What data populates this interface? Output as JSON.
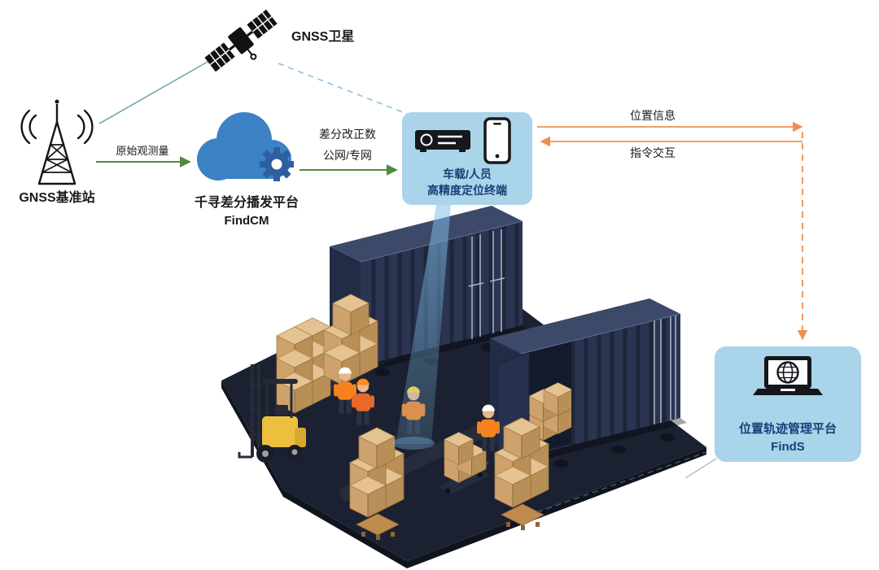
{
  "diagram": {
    "satellite": {
      "label": "GNSS卫星"
    },
    "base_station": {
      "label": "GNSS基准站"
    },
    "cloud_platform": {
      "name": "千寻差分播发平台",
      "product": "FindCM"
    },
    "terminal_panel": {
      "line1": "车载/人员",
      "line2": "高精度定位终端"
    },
    "management_panel": {
      "name": "位置轨迹管理平台",
      "product": "FindS"
    },
    "links": {
      "raw_observation": "原始观测量",
      "correction_line1": "差分改正数",
      "correction_line2": "公网/专网",
      "position_info": "位置信息",
      "command_interaction": "指令交互"
    },
    "icons": {
      "satellite": "gnss-satellite-icon",
      "base_station": "antenna-tower-icon",
      "cloud": "cloud-gear-icon",
      "terminal_receiver": "vehicle-receiver-icon",
      "terminal_phone": "smartphone-icon",
      "management": "laptop-globe-icon"
    },
    "colors": {
      "green": "#4f8b3b",
      "orange": "#ef8f4f",
      "teal_link": "#74a5ae",
      "sat_dash": "#8fc0dc",
      "panel": "#a9d4e9",
      "navy": "#1c3e79",
      "cloud": "#3c82c4",
      "gear": "#2e5f9e"
    }
  }
}
